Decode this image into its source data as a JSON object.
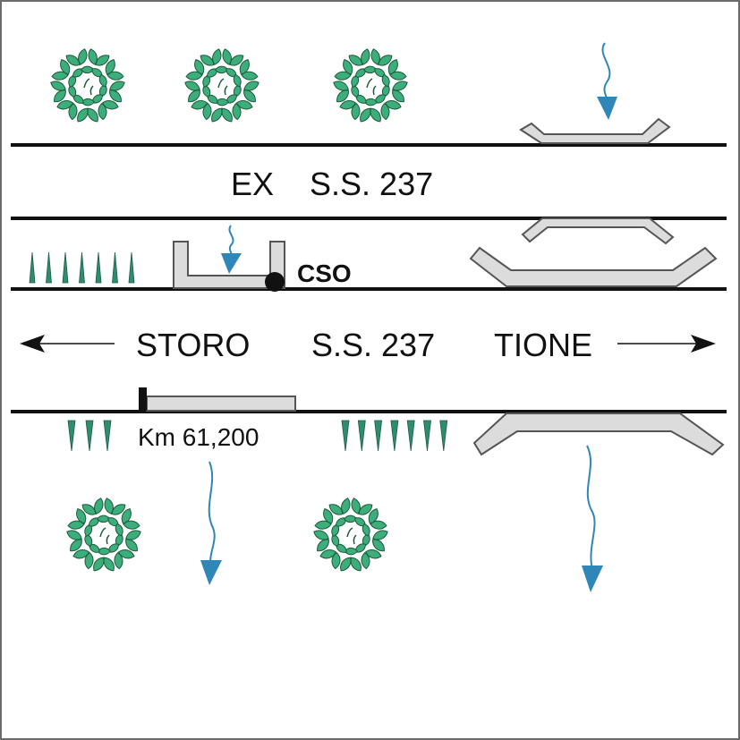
{
  "labels": {
    "old_road": "EX    S.S. 237",
    "direction_left": "STORO",
    "road": "S.S. 237",
    "direction_right": "TIONE",
    "cso": "CSO",
    "km": "Km 61,200"
  },
  "colors": {
    "line": "#111111",
    "structure_fill": "#dcdcdc",
    "structure_stroke": "#555555",
    "tree_leaf": "#3cae7b",
    "tree_stroke": "#1e5a3c",
    "grass": "#2e8e6b",
    "water": "#2f86b8",
    "border": "#6b6b6b"
  },
  "icons": [
    "tree-icon",
    "grass-icon",
    "water-flow-arrow-icon",
    "direction-arrow-icon",
    "cso-outfall-icon"
  ]
}
